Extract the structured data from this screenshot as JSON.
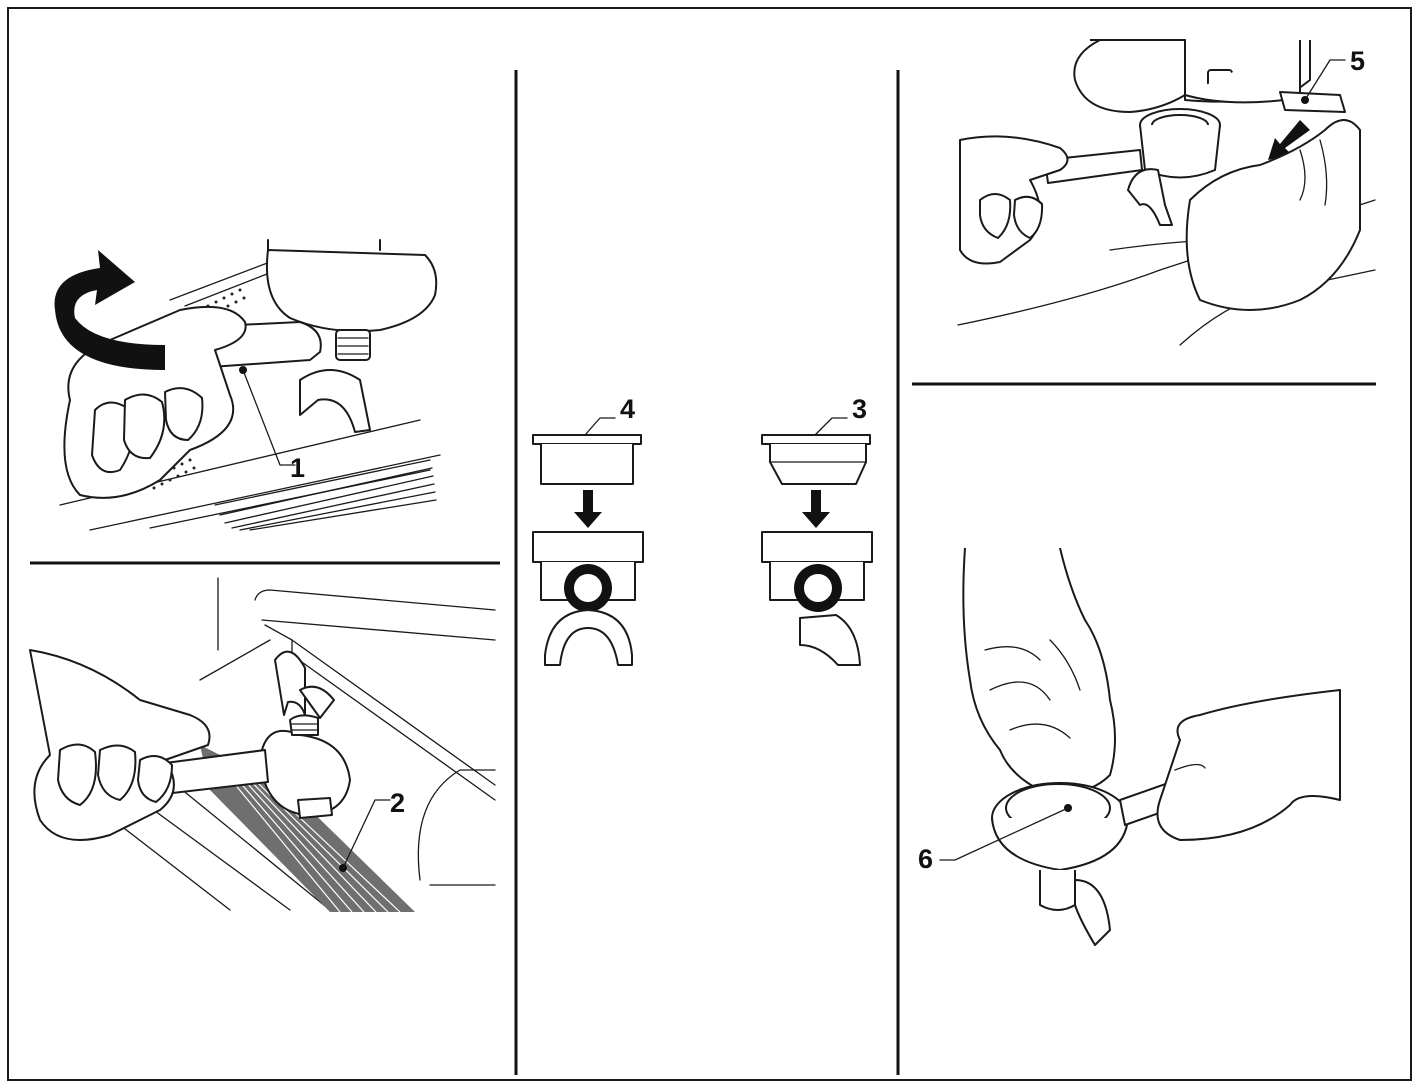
{
  "callouts": {
    "c1": "1",
    "c2": "2",
    "c3": "3",
    "c4": "4",
    "c5": "5",
    "c6": "6"
  },
  "colors": {
    "ink": "#1a1a1a",
    "paper": "#ffffff",
    "tray_shading": "#6f6f6f"
  }
}
